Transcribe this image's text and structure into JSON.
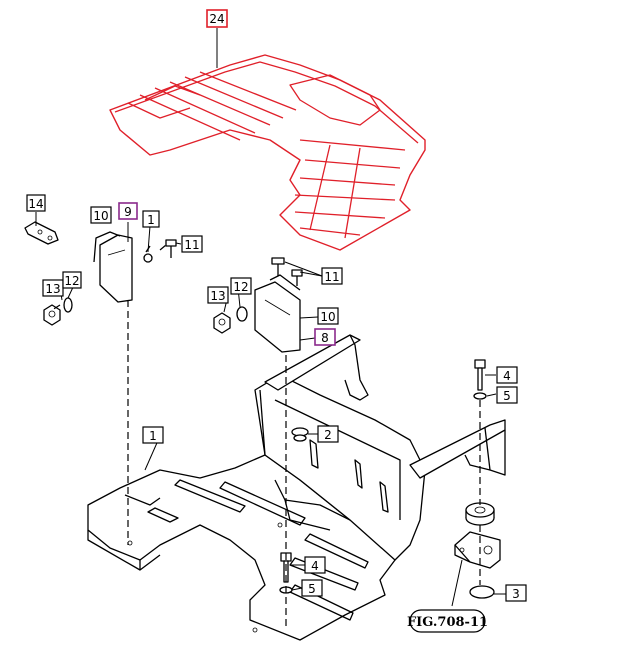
{
  "figure_label": "FIG.708-11",
  "callouts": [
    {
      "id": "c24",
      "label": "24",
      "style": "red"
    },
    {
      "id": "c14",
      "label": "14",
      "style": "black"
    },
    {
      "id": "c10a",
      "label": "10",
      "style": "black"
    },
    {
      "id": "c9",
      "label": "9",
      "style": "purple"
    },
    {
      "id": "c1a",
      "label": "1",
      "style": "black"
    },
    {
      "id": "c11a",
      "label": "11",
      "style": "black"
    },
    {
      "id": "c13a",
      "label": "13",
      "style": "black"
    },
    {
      "id": "c12a",
      "label": "12",
      "style": "black"
    },
    {
      "id": "c11b",
      "label": "11",
      "style": "black"
    },
    {
      "id": "c13b",
      "label": "13",
      "style": "black"
    },
    {
      "id": "c12b",
      "label": "12",
      "style": "black"
    },
    {
      "id": "c10b",
      "label": "10",
      "style": "black"
    },
    {
      "id": "c8",
      "label": "8",
      "style": "purple"
    },
    {
      "id": "c4a",
      "label": "4",
      "style": "black"
    },
    {
      "id": "c5a",
      "label": "5",
      "style": "black"
    },
    {
      "id": "c1b",
      "label": "1",
      "style": "black"
    },
    {
      "id": "c2",
      "label": "2",
      "style": "black"
    },
    {
      "id": "c4b",
      "label": "4",
      "style": "black"
    },
    {
      "id": "c5b",
      "label": "5",
      "style": "black"
    },
    {
      "id": "c3",
      "label": "3",
      "style": "black"
    }
  ],
  "colors": {
    "highlight_red": "#e0202a",
    "highlight_purple": "#8a2a8c",
    "line": "#000000",
    "background": "#ffffff"
  }
}
